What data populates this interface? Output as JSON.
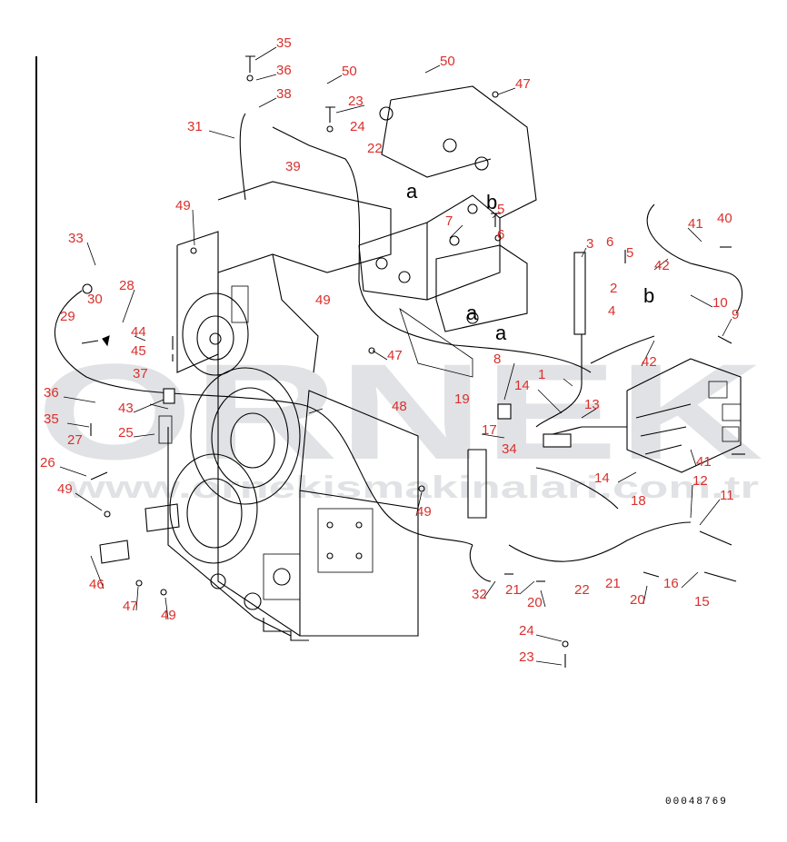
{
  "document_number": "00048769",
  "watermark": {
    "brand": "ORNEK",
    "site": "www.ornekismakinalari.com.tr"
  },
  "zone_letters": [
    "a",
    "b",
    "a",
    "b",
    "a"
  ],
  "callouts": [
    "35",
    "36",
    "38",
    "31",
    "39",
    "50",
    "23",
    "24",
    "22",
    "50",
    "47",
    "5",
    "6",
    "3",
    "6",
    "5",
    "2",
    "4",
    "41",
    "40",
    "42",
    "10",
    "9",
    "33",
    "28",
    "30",
    "29",
    "44",
    "45",
    "37",
    "36",
    "43",
    "35",
    "27",
    "25",
    "26",
    "49",
    "49",
    "47",
    "7",
    "8",
    "1",
    "13",
    "14",
    "17",
    "34",
    "19",
    "48",
    "42",
    "41",
    "14",
    "12",
    "11",
    "18",
    "16",
    "15",
    "20",
    "21",
    "22",
    "32",
    "21",
    "20",
    "24",
    "23",
    "46",
    "47",
    "49",
    "49",
    "49"
  ],
  "colors": {
    "callout": "#d9302c",
    "line": "#000000",
    "watermark": "#c9ccd1"
  }
}
